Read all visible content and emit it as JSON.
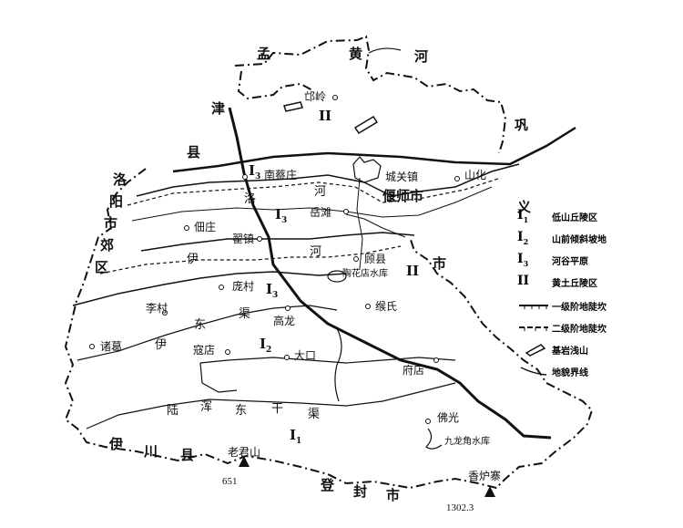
{
  "river_labels": {
    "huang": "黄",
    "he": "河"
  },
  "boundary_labels": {
    "meng": "孟",
    "jin": "津",
    "xian1": "县",
    "gong": "巩",
    "yi_gong": "义",
    "luo": "洛",
    "yang": "阳",
    "shi": "市",
    "jiao": "郊",
    "qu": "区",
    "yan": "偃",
    "shi2": "师",
    "shi_right": "市",
    "yi_chuan": "伊",
    "chuan": "川",
    "xian2": "县",
    "deng": "登",
    "feng": "封",
    "shi_bottom": "市"
  },
  "water_labels": {
    "luo_river": "洛",
    "luo_river_he": "河",
    "yi_river": "伊",
    "yi_river_he": "河",
    "yi_dong": "伊",
    "dong": "东",
    "qu": "渠",
    "lu": "陆",
    "hun": "浑",
    "dong2": "东",
    "gan": "干",
    "qu2": "渠"
  },
  "places": {
    "shouling": "邙岭",
    "nancaizhuang": "南蔡庄",
    "chengguanzhen": "城关镇",
    "shanhua": "山化",
    "yanshishi": "偃师市",
    "yuetan": "岳滩",
    "tianzhuang": "佃庄",
    "zhaizhen": "翟镇",
    "guxian": "顾县",
    "huahuadian": "陶花店水库",
    "pangcun": "庞村",
    "licun": "李村",
    "gaolong": "高龙",
    "goushi": "缑氏",
    "zhuge": "诸葛",
    "koudian": "寇店",
    "dakou": "大口",
    "fudian": "府店",
    "foguang": "佛光",
    "jiulongjiao": "九龙角水库",
    "laojunshan": "老君山",
    "xiangluzhai": "香炉寨"
  },
  "elevations": {
    "laojunshan": "651",
    "xiangluzhai": "1302.3"
  },
  "zones": {
    "z1": {
      "main": "I",
      "sub": "1"
    },
    "z2": {
      "main": "I",
      "sub": "2"
    },
    "z3": {
      "main": "I",
      "sub": "3"
    },
    "z4": {
      "main": "II",
      "sub": ""
    }
  },
  "legend": {
    "items": [
      {
        "code": "I",
        "sub": "1",
        "label": "低山丘陵区"
      },
      {
        "code": "I",
        "sub": "2",
        "label": "山前倾斜坡地"
      },
      {
        "code": "I",
        "sub": "3",
        "label": "河谷平原"
      },
      {
        "code": "II",
        "sub": "",
        "label": "黄土丘陵区"
      },
      {
        "code": "",
        "sub": "",
        "label": "一级阶地陡坎"
      },
      {
        "code": "",
        "sub": "",
        "label": "二级阶地陡坎"
      },
      {
        "code": "",
        "sub": "",
        "label": "基岩浅山"
      },
      {
        "code": "",
        "sub": "",
        "label": "地貌界线"
      }
    ]
  }
}
